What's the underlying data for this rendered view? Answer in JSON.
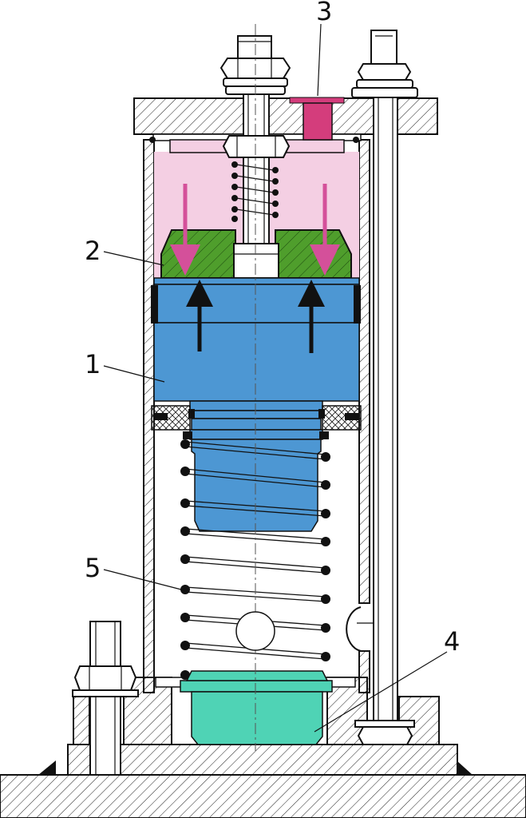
{
  "diagram": {
    "callouts": [
      "1",
      "2",
      "3",
      "4",
      "5"
    ],
    "colors": {
      "pressure_chamber": "#f4cfe3",
      "piston": "#4d97d3",
      "seal": "#4f9e2c",
      "inlet_port": "#d43d7c",
      "arrow_down": "#d4509a",
      "arrow_up": "#111111",
      "base_plug": "#4fd3b5",
      "steel": "#ffffff",
      "outline": "#111111"
    }
  }
}
